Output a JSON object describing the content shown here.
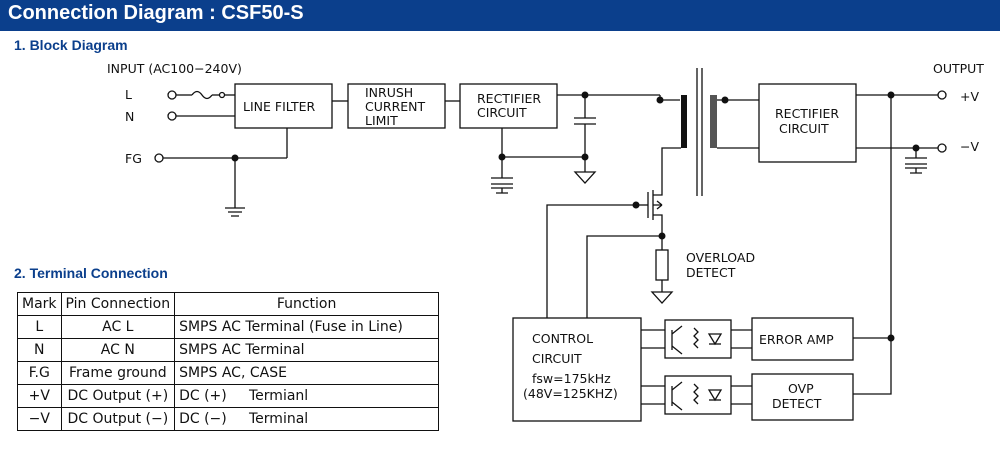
{
  "title": "Connection Diagram : CSF50-S",
  "section1_title": "1. Block Diagram",
  "section2_title": "2. Terminal Connection",
  "block_diagram": {
    "input_label": "INPUT (AC100−240V)",
    "output_label": "OUTPUT",
    "terminals": {
      "l": "L",
      "n": "N",
      "fg": "FG",
      "plus_v": "+V",
      "minus_v": "−V"
    },
    "line_filter": "LINE FILTER",
    "inrush": [
      "INRUSH",
      "CURRENT",
      "LIMIT"
    ],
    "rectifier_in": [
      "RECTIFIER",
      "CIRCUIT"
    ],
    "rectifier_out": [
      "RECTIFIER",
      "CIRCUIT"
    ],
    "overload": [
      "OVERLOAD",
      "DETECT"
    ],
    "control": [
      "CONTROL",
      "CIRCUIT",
      "fsw=175kHz",
      "(48V=125KHZ)"
    ],
    "error_amp": "ERROR AMP",
    "ovp": [
      "OVP",
      "DETECT"
    ]
  },
  "terminal_table": {
    "headers": [
      "Mark",
      "Pin Connection",
      "Function"
    ],
    "rows": [
      [
        "L",
        "AC L",
        "SMPS AC Terminal (Fuse in Line)"
      ],
      [
        "N",
        "AC N",
        "SMPS AC Terminal"
      ],
      [
        "F.G",
        "Frame ground",
        "SMPS AC, CASE"
      ],
      [
        "+V",
        "DC Output (+)",
        "DC (+)     Termianl"
      ],
      [
        "−V",
        "DC Output (−)",
        "DC (−)     Terminal"
      ]
    ]
  }
}
